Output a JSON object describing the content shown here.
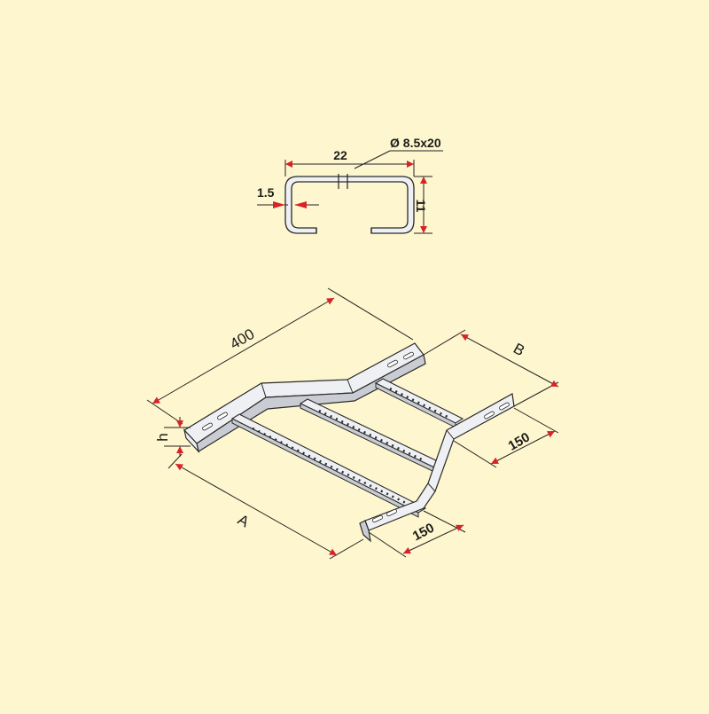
{
  "colors": {
    "background": "#FEF6CE",
    "metal_fill": "#EEF0F3",
    "metal_shade": "#C9CDD3",
    "outline": "#2a2a2a",
    "arrow": "#D8222A",
    "dimension_line": "#222222"
  },
  "profile": {
    "width_label": "22",
    "slot_label": "Ø 8.5x20",
    "thickness_label": "1.5",
    "height_label": "11"
  },
  "ladder": {
    "length_label": "400",
    "offset_a_label": "A",
    "offset_b_label": "B",
    "height_label": "h",
    "end_left_label": "150",
    "end_right_label": "150"
  },
  "icons": {
    "profile": "c-channel-profile-icon",
    "ladder": "cable-ladder-offset-icon"
  }
}
